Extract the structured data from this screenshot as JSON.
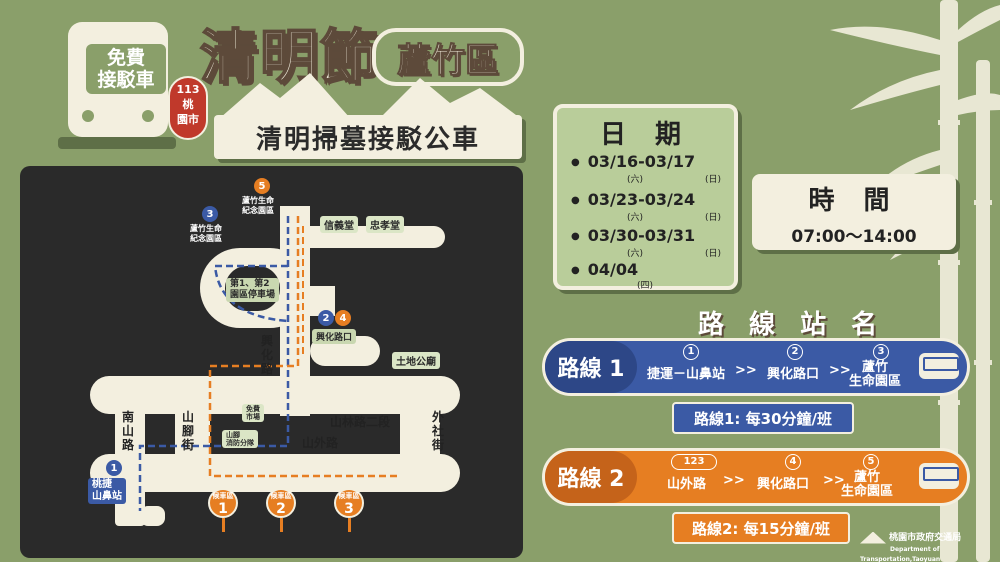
{
  "header": {
    "bus_badge_line1": "免費",
    "bus_badge_line2": "接駁車",
    "year_badge": [
      "113",
      "桃",
      "園",
      "市"
    ],
    "main_title": "清明節",
    "district": "蘆竹區",
    "subtitle": "清明掃墓接駁公車"
  },
  "map": {
    "pins": [
      {
        "num": "5",
        "color": "orange",
        "label1": "蘆竹生命",
        "label2": "紀念園區"
      },
      {
        "num": "3",
        "color": "blue",
        "label1": "蘆竹生命",
        "label2": "紀念園區"
      },
      {
        "num": "2",
        "color": "blue"
      },
      {
        "num": "4",
        "color": "orange"
      },
      {
        "num": "1",
        "color": "blue"
      }
    ],
    "tags": {
      "xinyi": "信義堂",
      "zhongxiao": "忠孝堂",
      "parking": "第1、第2\n園區停車場",
      "xinghua_junction": "興化路口",
      "tudi": "土地公廟",
      "mrt": "桃捷\n山鼻站",
      "small1": "免費\n市場",
      "small2": "山腳\n消防分隊"
    },
    "roads": {
      "xinghua": "興\n化\n路",
      "nanshan": "南\n山\n路",
      "shanjiao": "山\n腳\n街",
      "shanlin": "山林路二段",
      "shanwai": "山外路",
      "waishe": "外\n社\n街"
    },
    "stops": [
      {
        "head": "候車區",
        "num": "1"
      },
      {
        "head": "候車區",
        "num": "2"
      },
      {
        "head": "候車區",
        "num": "3"
      }
    ]
  },
  "dates": {
    "title": "日 期",
    "items": [
      {
        "range": "03/16-03/17",
        "w1": "(六)",
        "w2": "(日)"
      },
      {
        "range": "03/23-03/24",
        "w1": "(六)",
        "w2": "(日)"
      },
      {
        "range": "03/30-03/31",
        "w1": "(六)",
        "w2": "(日)"
      },
      {
        "range": "04/04",
        "w1": "(四)",
        "w2": ""
      }
    ]
  },
  "time": {
    "title": "時 間",
    "value": "07:00～14:00"
  },
  "routes_title": "路 線 站 名",
  "routes": [
    {
      "name": "路線 1",
      "stop_nums": [
        "1",
        "2",
        "3"
      ],
      "stops": [
        "捷運－山鼻站",
        "興化路口",
        "蘆竹\n生命園區"
      ],
      "sep": ">>",
      "freq": "路線1: 每30分鐘/班",
      "color": "#3b5aa5"
    },
    {
      "name": "路線 2",
      "stop_nums": [
        "123",
        "4",
        "5"
      ],
      "stops": [
        "山外路",
        "興化路口",
        "蘆竹\n生命園區"
      ],
      "sep": ">>",
      "freq": "路線2: 每15分鐘/班",
      "color": "#e67e22"
    }
  ],
  "footer": {
    "dept_zh": "桃園市政府交通局",
    "dept_en": "Department of Transportation,Taoyuan"
  }
}
